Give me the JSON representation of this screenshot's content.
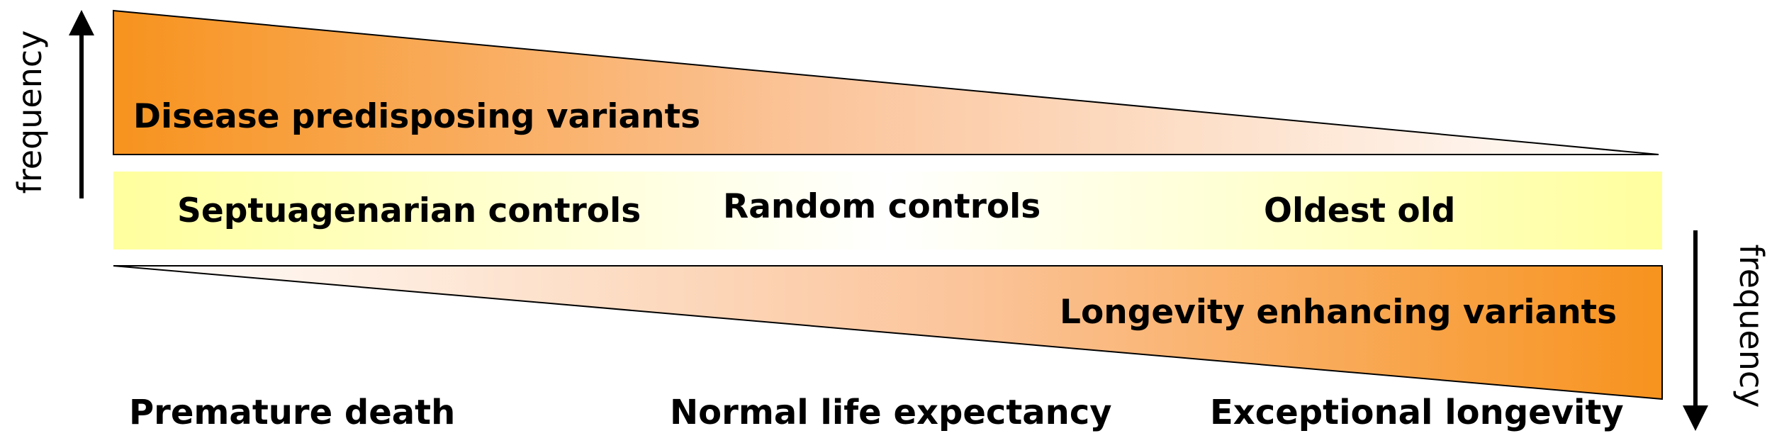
{
  "labels": {
    "disease_predisposing": "Disease predisposing variants",
    "longevity_enhancing": "Longevity enhancing variants",
    "septuagenarian": "Septuagenarian controls",
    "random_controls": "Random controls",
    "oldest_old": "Oldest old",
    "premature_death": "Premature death",
    "normal_life": "Normal life expectancy",
    "exceptional_longevity": "Exceptional longevity",
    "frequency_left": "frequency",
    "frequency_right": "frequency"
  },
  "colors": {
    "orange": "#f7931e",
    "light_yellow": "#ffff9e",
    "band_fade": "#ffffff",
    "outline": "#000000"
  },
  "arrows": {
    "left": "up-arrow",
    "right": "down-arrow"
  }
}
